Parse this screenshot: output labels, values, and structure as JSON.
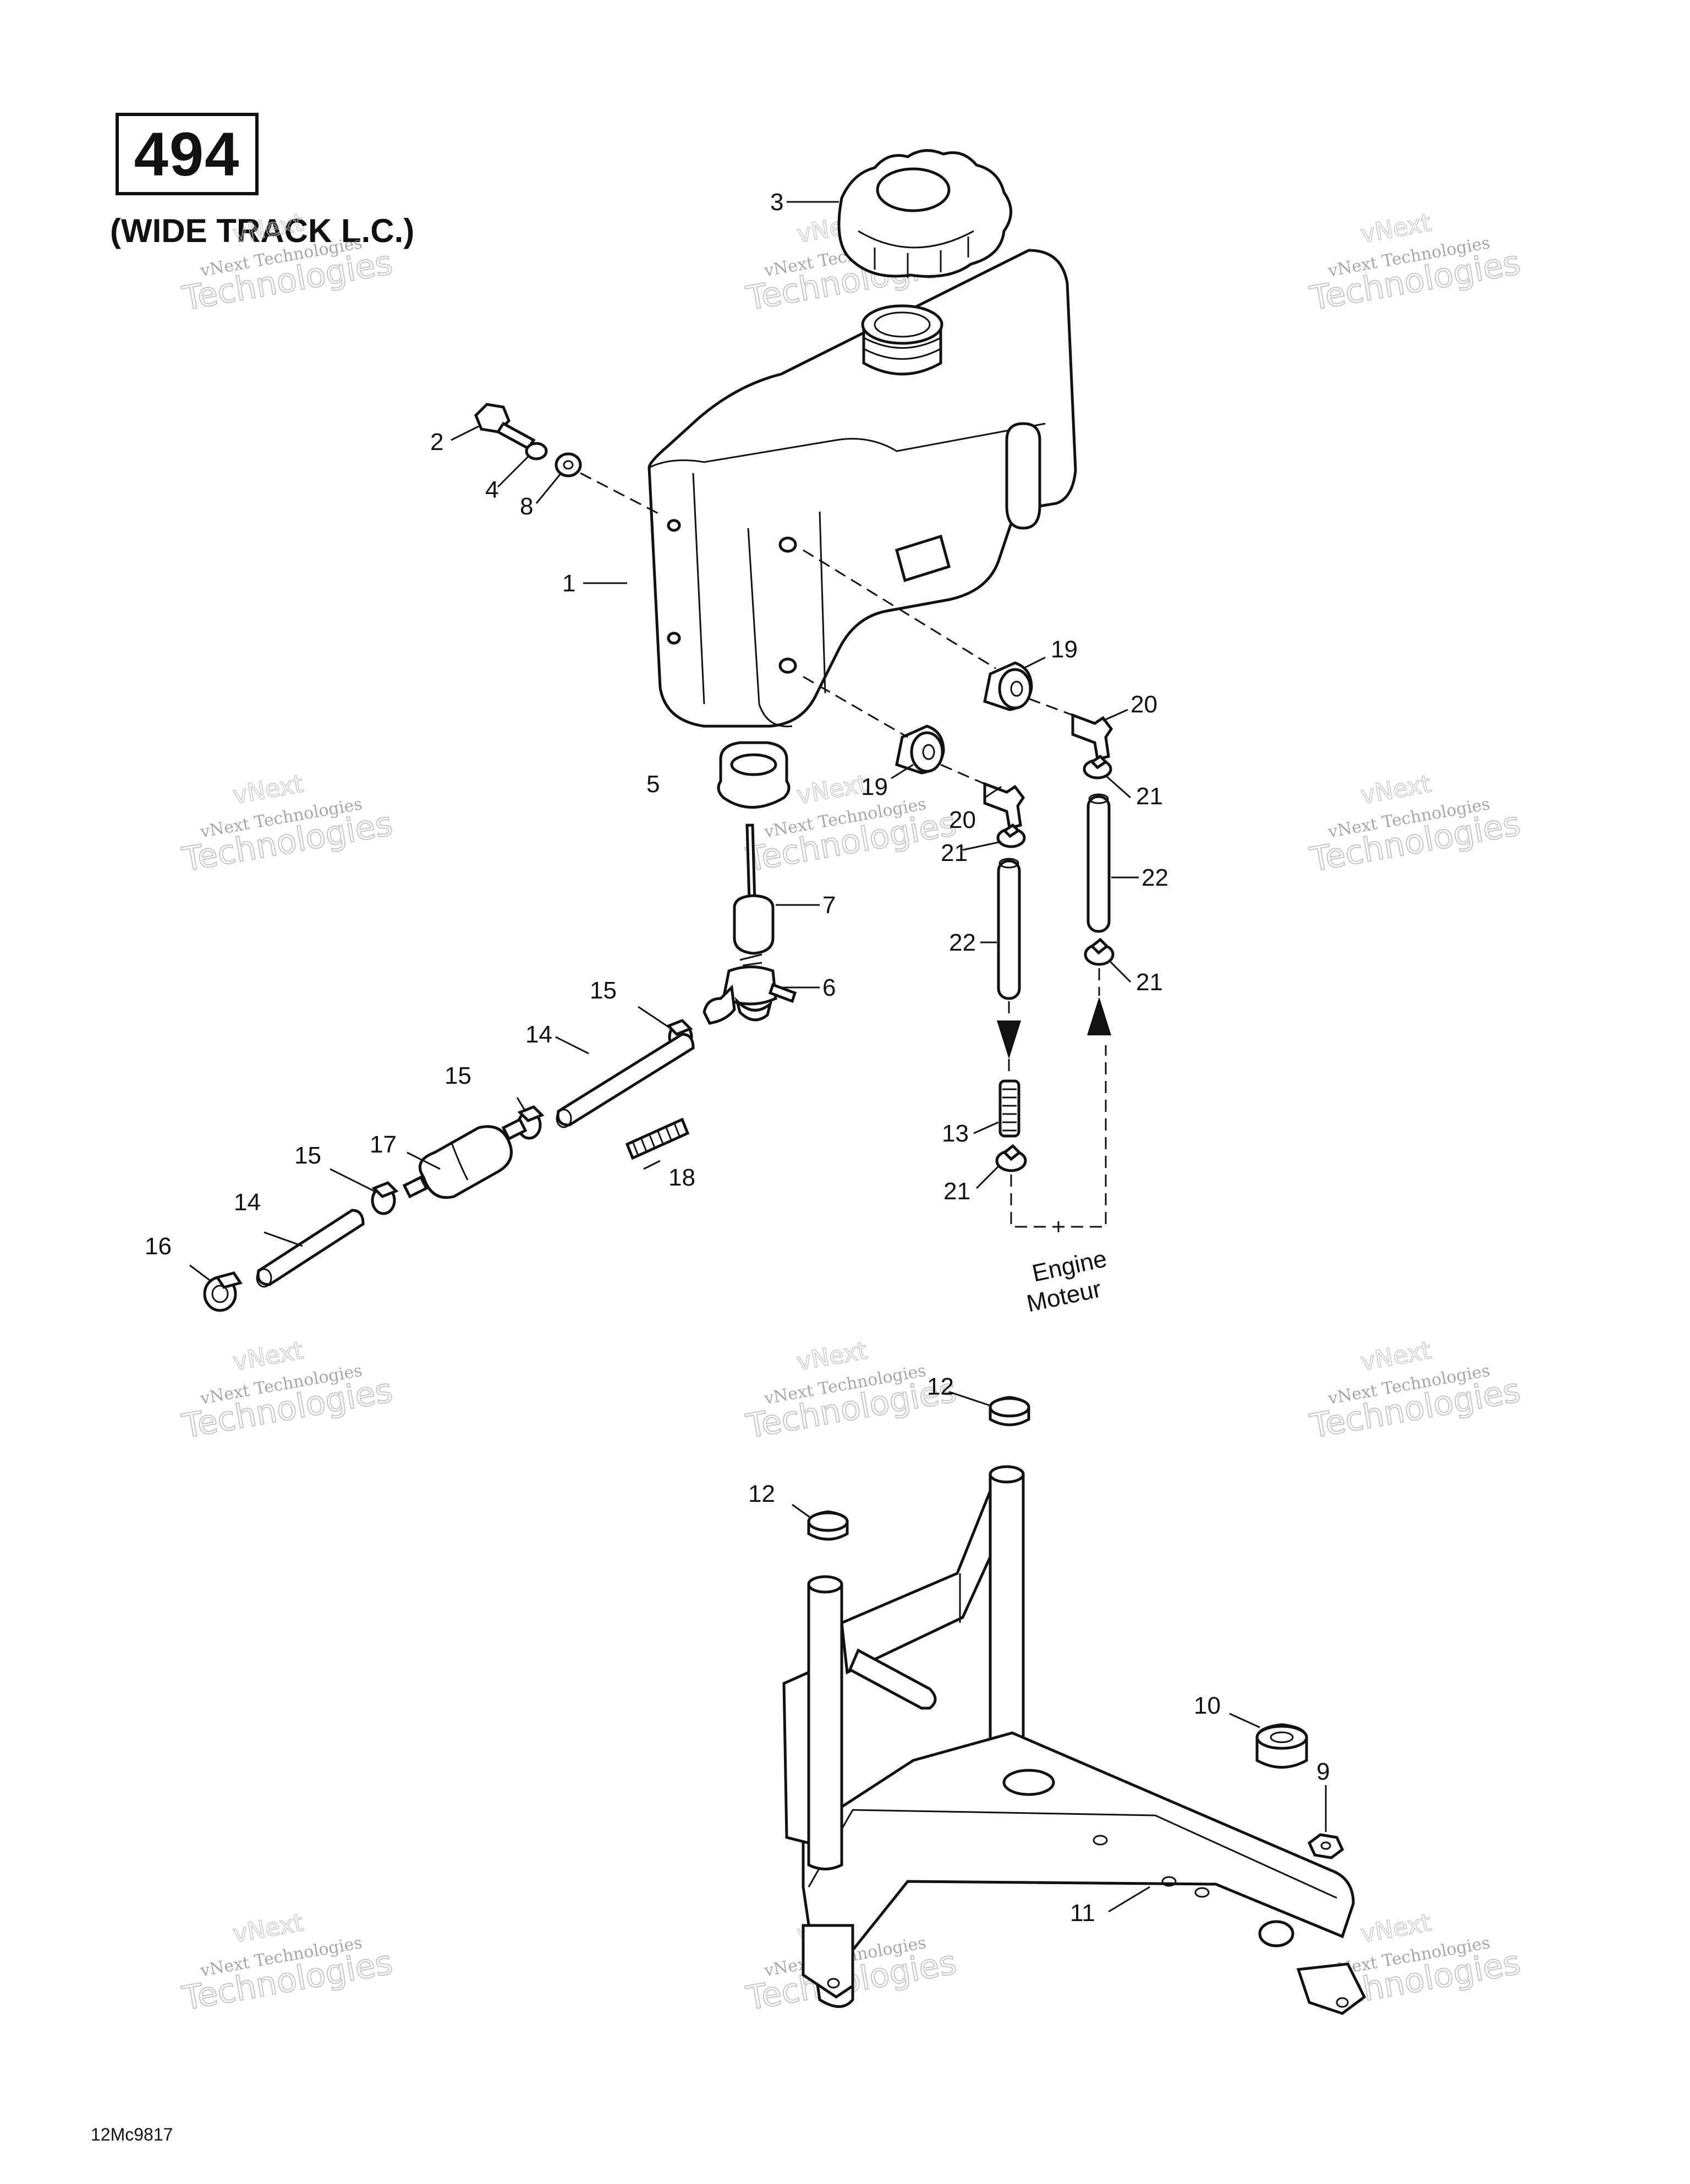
{
  "header": {
    "model_number": "494",
    "model_name": "(WIDE TRACK L.C.)"
  },
  "footer": {
    "drawing_code": "12Mc9817"
  },
  "watermark": {
    "line1": "vNext Technologies",
    "line2": "Technologies",
    "line3": "vNext"
  },
  "engine_note": {
    "line1": "Engine",
    "line2": "Moteur"
  },
  "callouts": [
    "1",
    "2",
    "3",
    "4",
    "5",
    "6",
    "7",
    "8",
    "9",
    "10",
    "11",
    "12",
    "12",
    "13",
    "14",
    "14",
    "15",
    "15",
    "15",
    "16",
    "17",
    "18",
    "19",
    "19",
    "20",
    "20",
    "21",
    "21",
    "21",
    "21",
    "22",
    "22"
  ]
}
